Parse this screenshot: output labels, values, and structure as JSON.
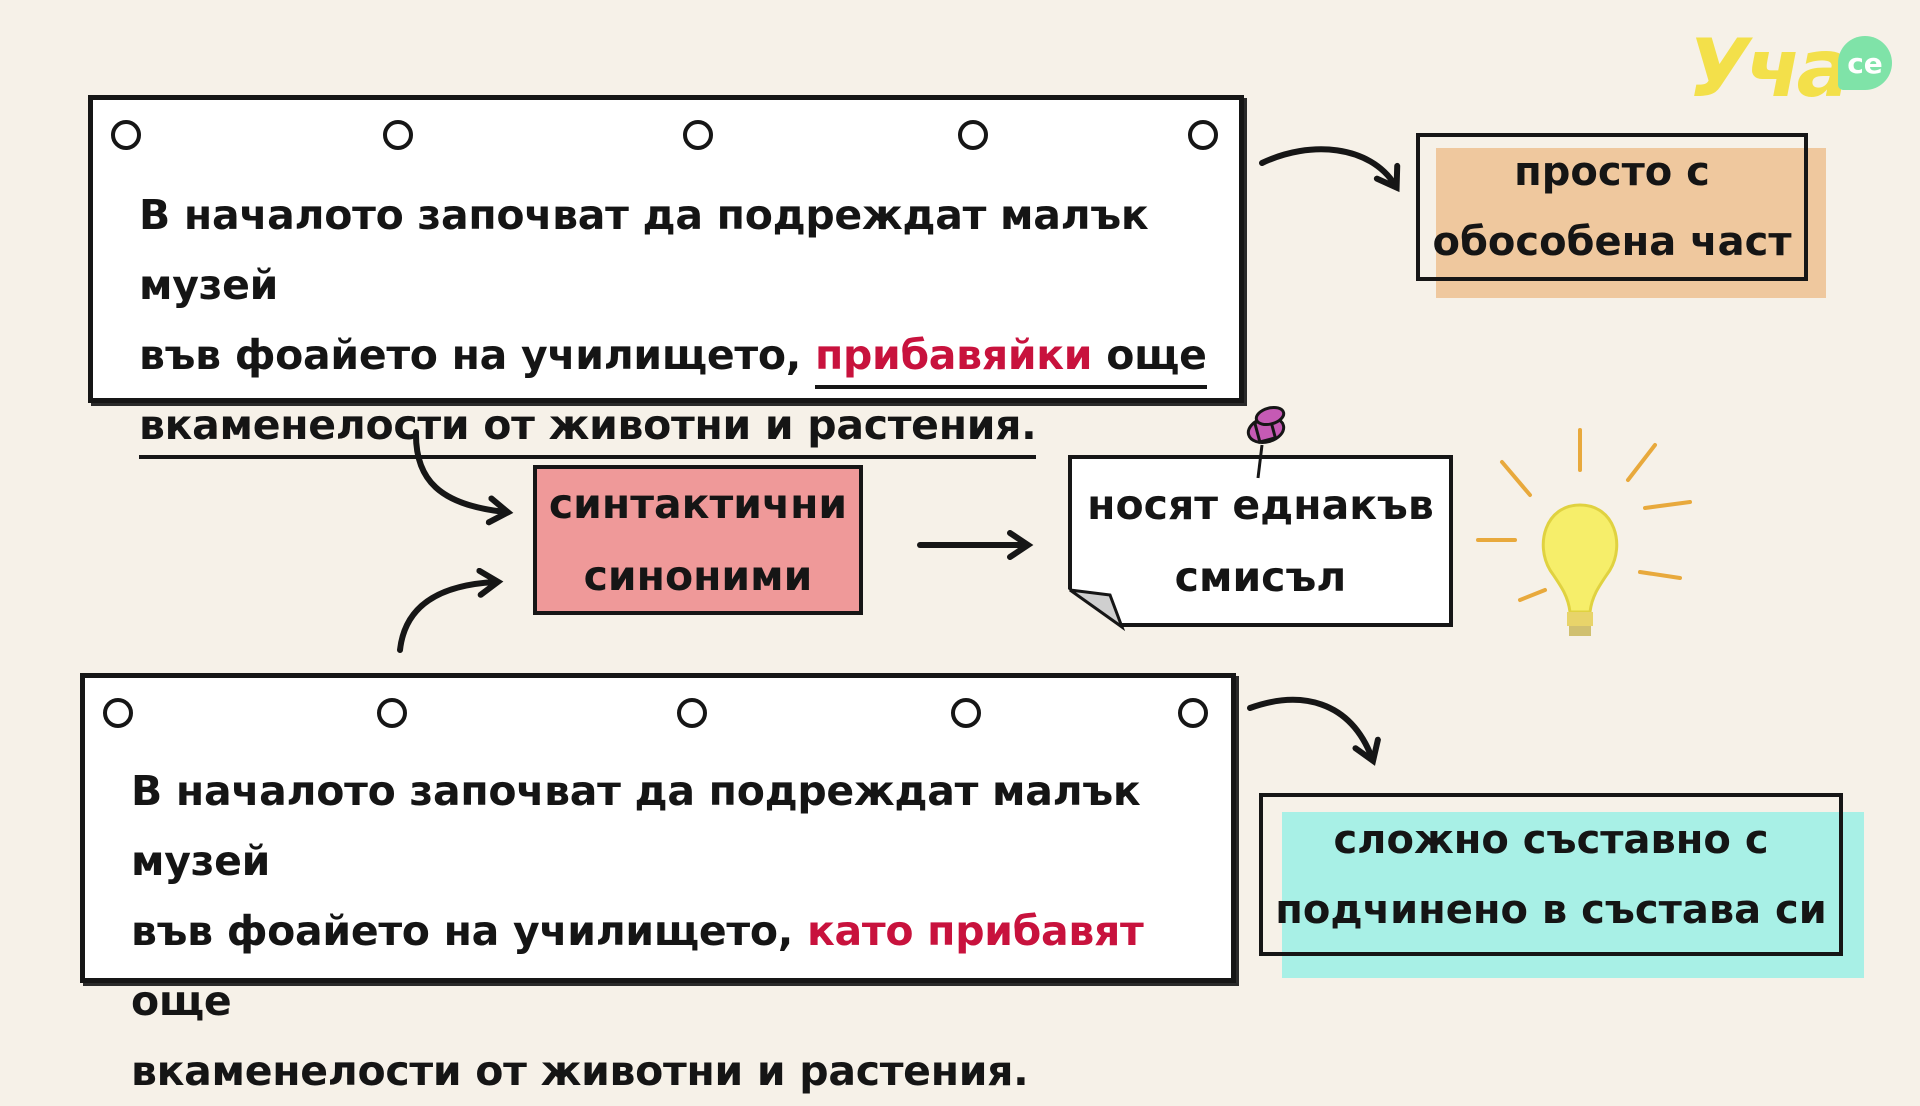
{
  "logo": {
    "main": "Уча",
    "suffix": "се"
  },
  "card_top": {
    "line1": "В началото започват да подреждат малък музей",
    "line2_before": "във фоайето на училището, ",
    "line2_highlight": "прибавяйки",
    "line2_after": " още",
    "line3": "вкаменелости от животни и растения."
  },
  "card_bottom": {
    "line1": "В началото започват да подреждат малък музей",
    "line2_before": "във фоайето на училището, ",
    "line2_highlight": "като прибавят",
    "line2_after": " още",
    "line3": "вкаменелости от животни и растения."
  },
  "label_simple": {
    "line1": "просто с",
    "line2": "обособена част"
  },
  "label_complex": {
    "line1": "сложно съставно с",
    "line2": "подчинено в състава си"
  },
  "center_tag": {
    "line1": "синтактични",
    "line2": "синоними"
  },
  "note": {
    "line1": "носят еднакъв",
    "line2": "смисъл"
  },
  "colors": {
    "highlight": "#c8123d",
    "tag_orange": "#efc89e",
    "tag_pink": "#ef9999",
    "tag_cyan": "#a8f0e6",
    "bulb": "#f6ee6a",
    "pin": "#c55ab4",
    "logo_yellow": "#f3e04a",
    "logo_green": "#7fe3a8"
  },
  "icons": [
    "pushpin-icon",
    "lightbulb-icon",
    "arrow-icon"
  ]
}
